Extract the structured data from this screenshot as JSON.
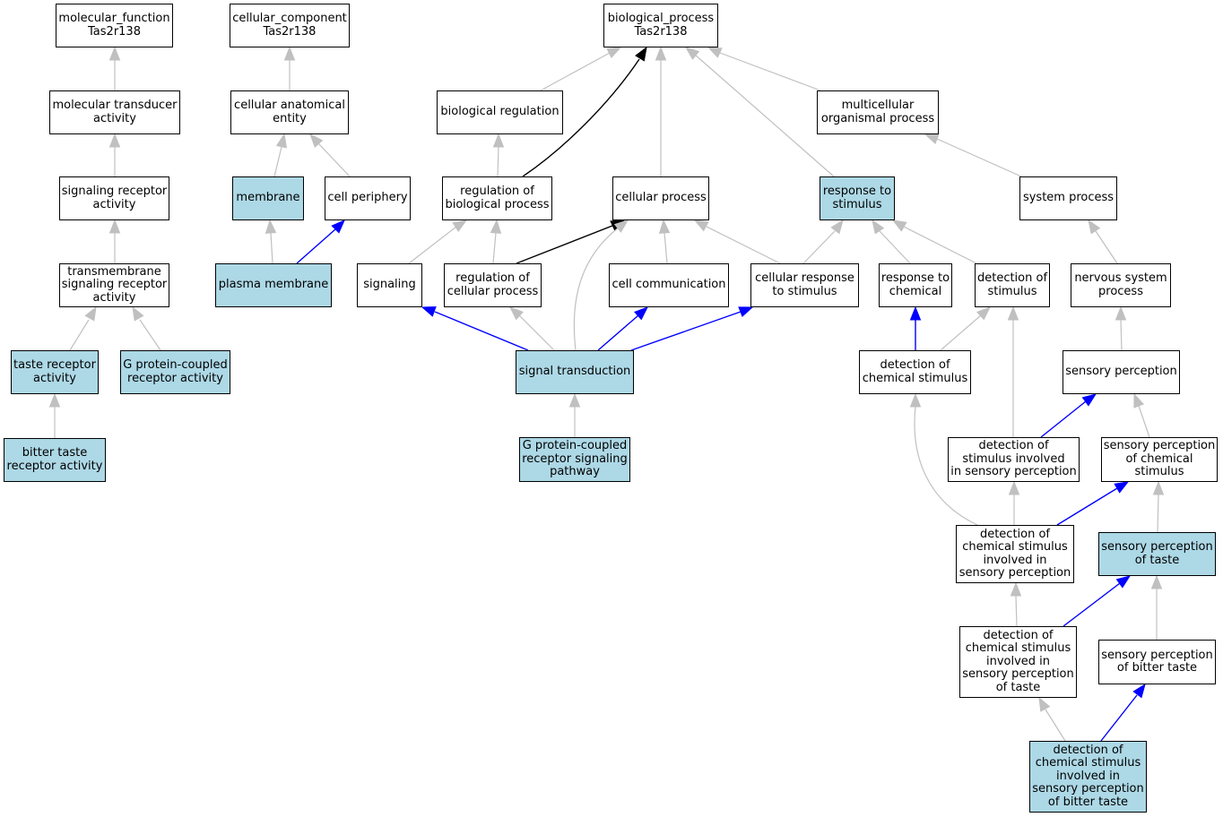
{
  "colors": {
    "highlight": "#add8e6",
    "edge_grey": "#c0c0c0",
    "edge_blue": "#0000ff",
    "edge_black": "#000000"
  },
  "nodes": {
    "mf": "molecular_function\nTas2r138",
    "mta": "molecular transducer\nactivity",
    "sra": "signaling receptor\nactivity",
    "tsra": "transmembrane\nsignaling receptor\nactivity",
    "tra": "taste receptor\nactivity",
    "gpcra": "G protein-coupled\nreceptor activity",
    "btra": "bitter taste\nreceptor activity",
    "cc": "cellular_component\nTas2r138",
    "cae": "cellular anatomical\nentity",
    "mem": "membrane",
    "cp": "cell periphery",
    "pm": "plasma membrane",
    "bp": "biological_process\nTas2r138",
    "breg": "biological regulation",
    "mop": "multicellular\norganismal process",
    "rbp": "regulation of\nbiological process",
    "cellp": "cellular process",
    "rts": "response to\nstimulus",
    "sysp": "system process",
    "sig": "signaling",
    "rcp": "regulation of\ncellular process",
    "ccomm": "cell communication",
    "crs": "cellular response\nto stimulus",
    "rtc": "response to\nchemical",
    "dos": "detection of\nstimulus",
    "nsp": "nervous system\nprocess",
    "st": "signal transduction",
    "dcs": "detection of\nchemical stimulus",
    "sp": "sensory perception",
    "gpcrsp": "G protein-coupled\nreceptor signaling\npathway",
    "dsisp": "detection of\nstimulus involved\nin sensory perception",
    "spcs": "sensory perception\nof chemical\nstimulus",
    "dcsisp": "detection of\nchemical stimulus\ninvolved in\nsensory perception",
    "spt": "sensory perception\nof taste",
    "dcsispt": "detection of\nchemical stimulus\ninvolved in\nsensory perception\nof taste",
    "spbt": "sensory perception\nof bitter taste",
    "dcsispbt": "detection of\nchemical stimulus\ninvolved in\nsensory perception\nof bitter taste"
  }
}
